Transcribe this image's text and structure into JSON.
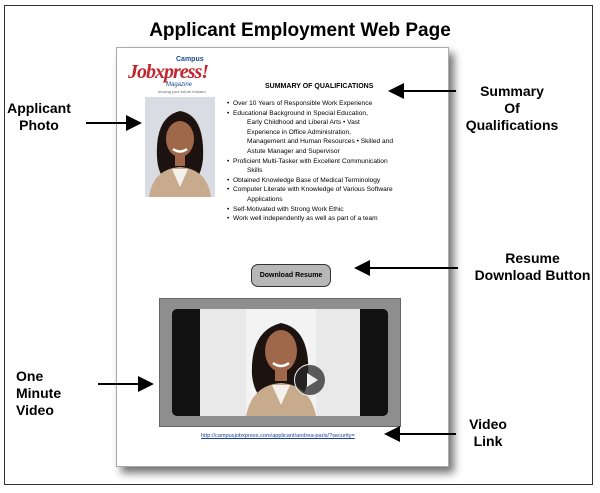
{
  "title": "Applicant Employment Web Page",
  "callouts": {
    "photo": [
      "Applicant",
      "Photo"
    ],
    "summary": [
      "Summary",
      "Of",
      "Qualifications"
    ],
    "download": [
      "Resume",
      "Download Button"
    ],
    "video": [
      "One",
      "Minute",
      "Video"
    ],
    "link": [
      "Video",
      "Link"
    ]
  },
  "logo": {
    "campus": "Campus",
    "main": "Jobxpress!",
    "magazine": "Magazine",
    "tagline": "moving your future forward"
  },
  "summary_title": "SUMMARY OF QUALIFICATIONS",
  "qualifications": [
    {
      "text": "Over 10 Years of Responsible Work Experience",
      "bullet": true
    },
    {
      "text": "Educational Background in Special Education,",
      "bullet": true
    },
    {
      "text": "Early Childhood and Liberal Arts • Vast",
      "bullet": false
    },
    {
      "text": "Experience in Office Administration,",
      "bullet": false
    },
    {
      "text": "Management and Human Resources • Skilled and",
      "bullet": false
    },
    {
      "text": "Astute Manager and Supervisor",
      "bullet": false
    },
    {
      "text": "Proficient Multi-Tasker with Excellent Communication",
      "bullet": true
    },
    {
      "text": "Skills",
      "bullet": false
    },
    {
      "text": "Obtained Knowledge Base of Medical Terminology",
      "bullet": true
    },
    {
      "text": "Computer Literate with Knowledge of Various Software",
      "bullet": true
    },
    {
      "text": "Applications",
      "bullet": false
    },
    {
      "text": "Self-Motivated with Strong Work Ethic",
      "bullet": true
    },
    {
      "text": "Work well independently as well as part of a team",
      "bullet": true
    }
  ],
  "download_label": "Download Resume",
  "video_link": "http://campusjobxpress.com/applicant/andrea-paris/?security=",
  "icons": {
    "play": "play-icon"
  },
  "colors": {
    "logo_red": "#c0262d",
    "logo_blue": "#1a4d8f",
    "link": "#1a3fa8",
    "button": "#b7b7b7"
  }
}
